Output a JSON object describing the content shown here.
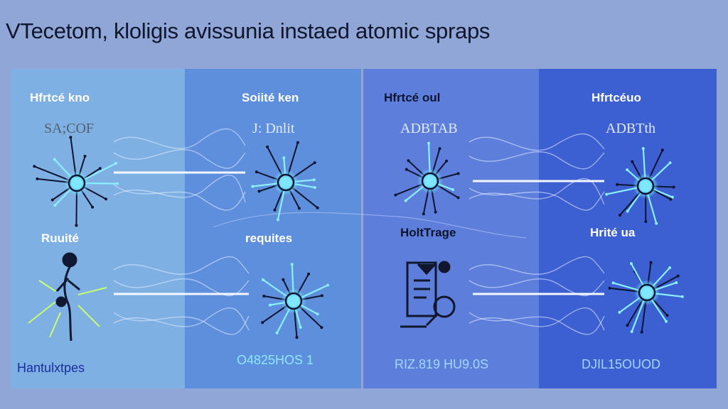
{
  "title": "VTecetom, kloligis avissunia instaed atomic spraps",
  "panels": [
    {
      "top_label": "Hfrtcé kno",
      "sub_label": "SA;COF",
      "mid_label": "Ruuité",
      "footer": "Hantulxtpes"
    },
    {
      "top_label": "Soiité ken",
      "sub_label": "J: Dnlit",
      "mid_label": "requites",
      "footer": "O4825HOS 1"
    },
    {
      "top_label": "Hfrtcé oul",
      "sub_label": "ADBTAB",
      "mid_label": "HoltTrage",
      "footer": "RIZ.819 HU9.0S"
    },
    {
      "top_label": "Hfrtcéuo",
      "sub_label": "ADBTth",
      "mid_label": "Hrité ua",
      "footer": "DJIL15OUOD"
    }
  ],
  "icons": [
    "starburst-node-icon",
    "person-icon",
    "document-icon",
    "magnifier-icon",
    "wave-connector-icon"
  ],
  "colors": {
    "background": "#8fa6d6",
    "panel_1": "#7fb0e3",
    "panel_2": "#5e8fdc",
    "panel_3": "#5d7fdb",
    "panel_4": "#3c5fd2",
    "node": "#7fe8ff",
    "ink": "#10162c"
  }
}
